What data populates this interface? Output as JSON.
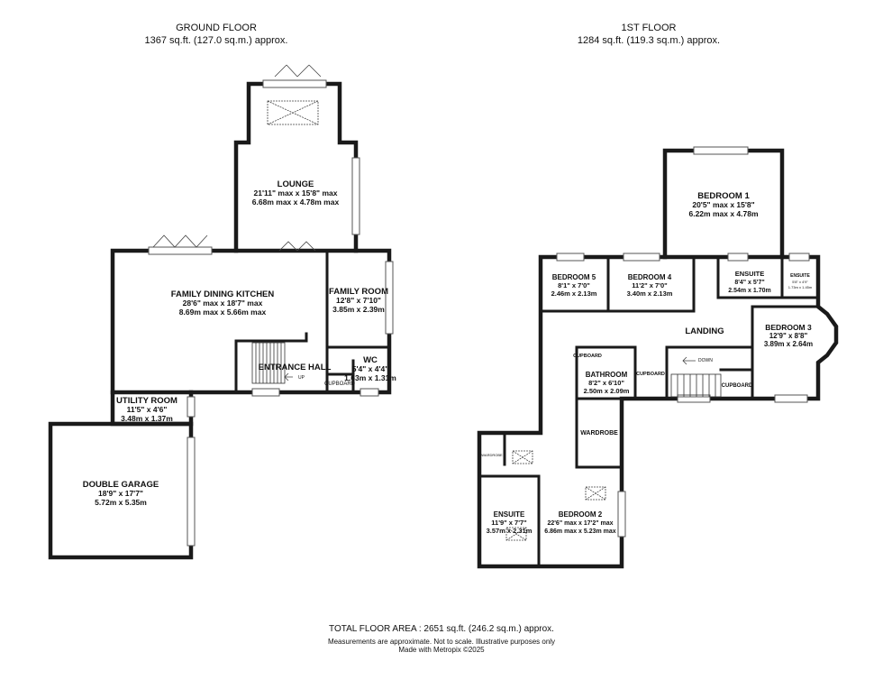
{
  "header": {
    "ground": {
      "title": "GROUND FLOOR",
      "area": "1367 sq.ft. (127.0 sq.m.) approx."
    },
    "first": {
      "title": "1ST FLOOR",
      "area": "1284 sq.ft. (119.3 sq.m.) approx."
    }
  },
  "ground_rooms": {
    "lounge": {
      "name": "LOUNGE",
      "dim1": "21'11\" max x 15'8\" max",
      "dim2": "6.68m max x 4.78m max"
    },
    "kitchen": {
      "name": "FAMILY DINING KITCHEN",
      "dim1": "28'6\" max x 18'7\" max",
      "dim2": "8.69m max x 5.66m max"
    },
    "family": {
      "name": "FAMILY ROOM",
      "dim1": "12'8\" x 7'10\"",
      "dim2": "3.85m x 2.39m"
    },
    "hall": {
      "name": "ENTRANCE HALL"
    },
    "wc": {
      "name": "WC",
      "dim1": "5'4\" x 4'4\"",
      "dim2": "1.63m x 1.31m"
    },
    "cupboard": {
      "name": "CUPBOARD"
    },
    "utility": {
      "name": "UTILITY ROOM",
      "dim1": "11'5\" x 4'6\"",
      "dim2": "3.48m x 1.37m"
    },
    "garage": {
      "name": "DOUBLE GARAGE",
      "dim1": "18'9\" x 17'7\"",
      "dim2": "5.72m x 5.35m"
    },
    "up": "UP"
  },
  "first_rooms": {
    "bed1": {
      "name": "BEDROOM 1",
      "dim1": "20'5\" max x 15'8\"",
      "dim2": "6.22m max x 4.78m"
    },
    "bed5": {
      "name": "BEDROOM 5",
      "dim1": "8'1\" x 7'0\"",
      "dim2": "2.46m x 2.13m"
    },
    "bed4": {
      "name": "BEDROOM 4",
      "dim1": "11'2\" x 7'0\"",
      "dim2": "3.40m x 2.13m"
    },
    "ensuite1": {
      "name": "ENSUITE",
      "dim1": "8'4\" x 5'7\"",
      "dim2": "2.54m x 1.70m"
    },
    "ensuite_small": {
      "name": "ENSUITE",
      "dim1": "5'8\" x 4'9\"",
      "dim2": "1.73m x 1.45m"
    },
    "landing": {
      "name": "LANDING"
    },
    "bed3": {
      "name": "BEDROOM 3",
      "dim1": "12'9\" x 8'8\"",
      "dim2": "3.89m x 2.64m"
    },
    "bathroom": {
      "name": "BATHROOM",
      "dim1": "8'2\" x 6'10\"",
      "dim2": "2.50m x 2.09m"
    },
    "cupboard_a": {
      "name": "CUPBOARD"
    },
    "cupboard_b": {
      "name": "CUPBOARD"
    },
    "cupboard_c": {
      "name": "CUPBOARD"
    },
    "wardrobe": {
      "name": "WARDROBE"
    },
    "wardrobe_small": {
      "name": "WARDROBE"
    },
    "ensuite2": {
      "name": "ENSUITE",
      "dim1": "11'9\" x 7'7\"",
      "dim2": "3.57m x 2.31m"
    },
    "bed2": {
      "name": "BEDROOM 2",
      "dim1": "22'6\" max x 17'2\" max",
      "dim2": "6.86m max x 5.23m max"
    },
    "down": "DOWN"
  },
  "footer": {
    "total": "TOTAL FLOOR AREA : 2651 sq.ft. (246.2 sq.m.) approx.",
    "note1": "Measurements are approximate.  Not to scale.  Illustrative purposes only",
    "note2": "Made with Metropix ©2025"
  }
}
